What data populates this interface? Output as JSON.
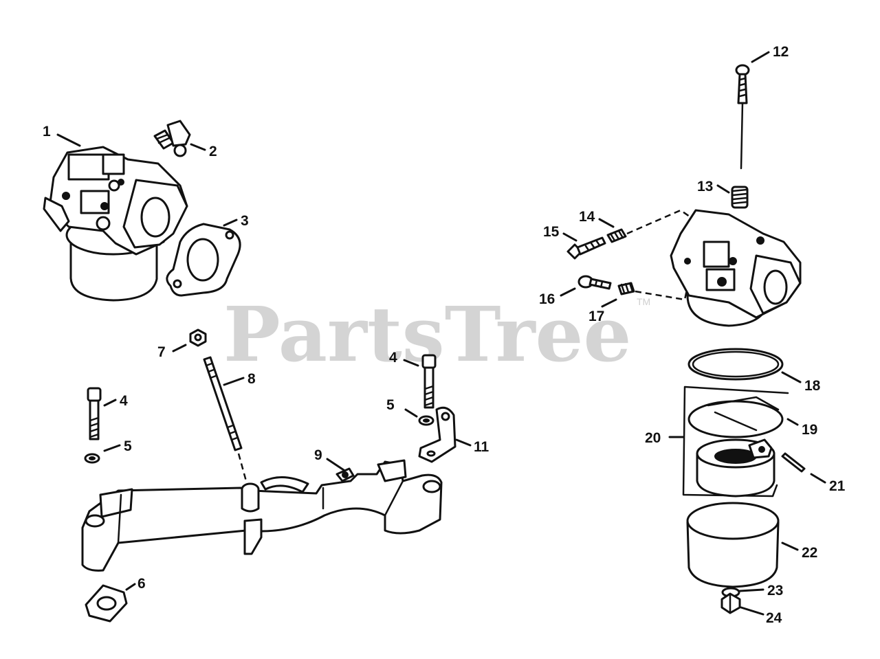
{
  "watermark": {
    "text": "PartsTree",
    "mark": "TM"
  },
  "callouts": [
    "1",
    "2",
    "3",
    "4",
    "5",
    "6",
    "7",
    "8",
    "9",
    "11",
    "4",
    "5",
    "12",
    "13",
    "14",
    "15",
    "16",
    "17",
    "18",
    "19",
    "20",
    "21",
    "22",
    "23",
    "24"
  ]
}
